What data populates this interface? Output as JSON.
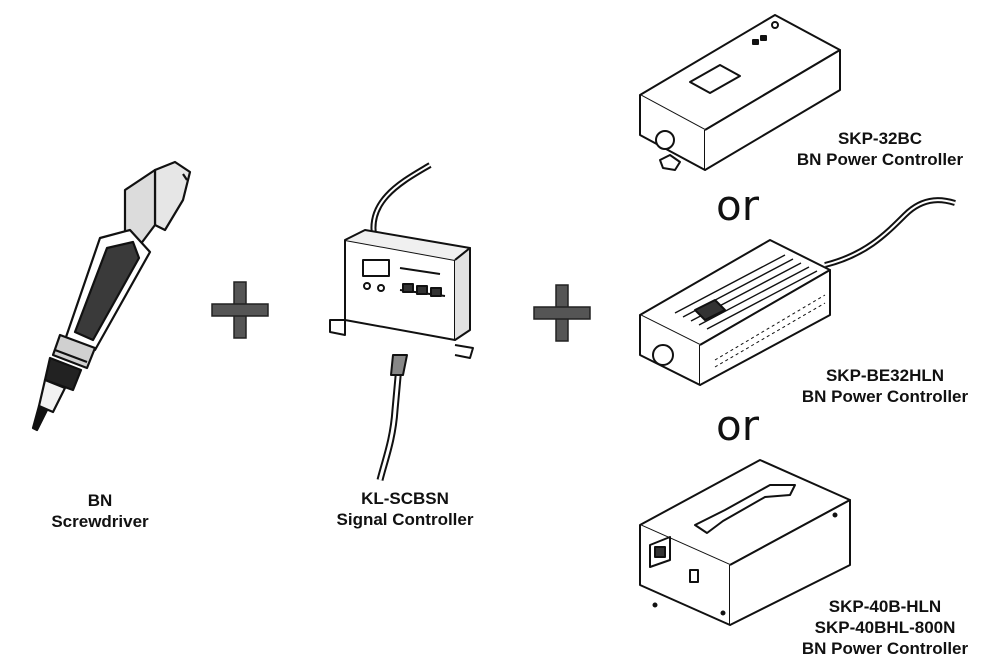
{
  "diagram": {
    "operators": {
      "plus": "+"
    },
    "screwdriver": {
      "line1": "BN",
      "line2": "Screwdriver"
    },
    "signal_controller": {
      "line1": "KL-SCBSN",
      "line2": "Signal Controller"
    },
    "power_controller_1": {
      "line1": "SKP-32BC",
      "line2": "BN Power Controller"
    },
    "power_controller_2": {
      "line1": "SKP-BE32HLN",
      "line2": "BN Power Controller"
    },
    "power_controller_3": {
      "line1": "SKP-40B-HLN",
      "line2": "SKP-40BHL-800N",
      "line3": "BN Power Controller"
    },
    "or_words": [
      "or",
      "or"
    ]
  }
}
